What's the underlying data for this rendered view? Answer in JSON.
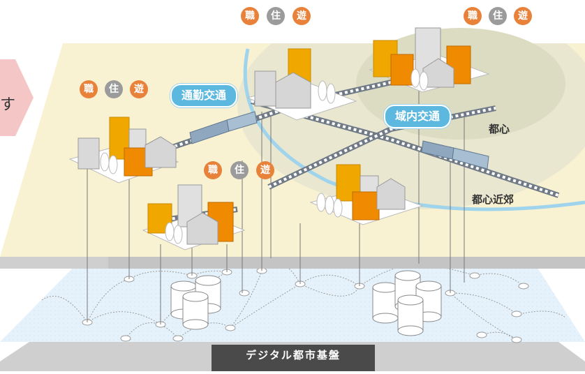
{
  "badges": {
    "work": "職",
    "live": "住",
    "play": "遊"
  },
  "transit": {
    "commute": "通勤交通",
    "intra": "域内交通"
  },
  "zones": {
    "center": "都心",
    "suburb": "都心近郊"
  },
  "base_label": "デジタル都市基盤",
  "left_char": "す",
  "colors": {
    "plate_top": "#f8f2d2",
    "plate_side": "#cfcfcf",
    "base_top": "#e6f2fb",
    "orange": "#e8823a",
    "accent_blue": "#5db8e0",
    "train": "#8fa8c0"
  }
}
